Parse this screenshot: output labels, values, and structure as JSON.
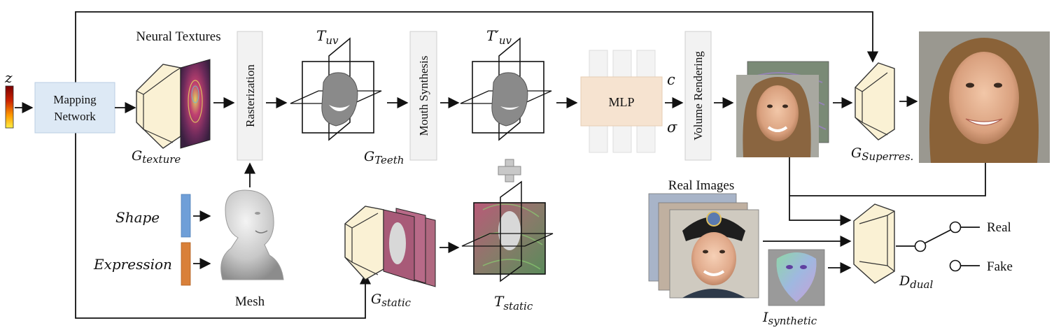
{
  "labels": {
    "z": "z",
    "mapping_network_line1": "Mapping",
    "mapping_network_line2": "Network",
    "neural_textures": "Neural Textures",
    "g_texture": "G",
    "g_texture_sub": "texture",
    "rasterization": "Rasterization",
    "t_uv": "T",
    "t_uv_sub": "uv",
    "mouth_synthesis": "Mouth Synthesis",
    "t_uv_prime": "T′",
    "t_uv_prime_sub": "uv",
    "g_teeth": "G",
    "g_teeth_sub": "Teeth",
    "mlp": "MLP",
    "c": "c",
    "sigma": "σ",
    "volume_rendering": "Volume Rendering",
    "g_superres": "G",
    "g_superres_sub": "Superres.",
    "shape": "Shape",
    "expression": "Expression",
    "mesh": "Mesh",
    "g_static": "G",
    "g_static_sub": "static",
    "t_static": "T",
    "t_static_sub": "static",
    "real_images": "Real Images",
    "i_synthetic": "I",
    "i_synthetic_sub": "synthetic",
    "d_dual": "D",
    "d_dual_sub": "dual",
    "real": "Real",
    "fake": "Fake"
  },
  "colors": {
    "mapping_box": "#dde9f5",
    "generator": "#faf1d4",
    "mlp_box": "#f6e3d0",
    "shape_bar": "#6f9fd8",
    "expression_bar": "#d98039",
    "gray_box": "#f2f2f2"
  }
}
